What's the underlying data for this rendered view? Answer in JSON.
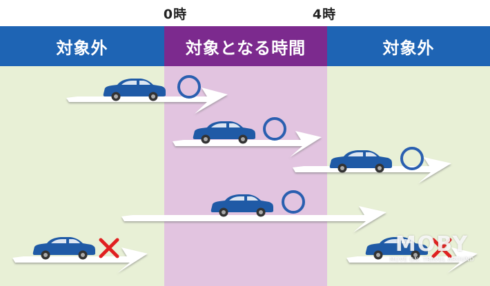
{
  "time_labels": {
    "start": "0時",
    "end": "4時"
  },
  "header": {
    "left": "対象外",
    "middle": "対象となる時間",
    "right": "対象外"
  },
  "colors": {
    "header_blue": "#1e64b4",
    "header_purple": "#7c2a8e",
    "zone_green": "#e8f0d6",
    "zone_pink": "#e2c4e0",
    "car_blue": "#1f5aa6",
    "circle_blue": "#2a5fb0",
    "cross_red": "#e02020"
  },
  "symbols": {
    "eligible": "circle-icon",
    "not_eligible": "cross-icon"
  },
  "watermark": {
    "logo": "MOBY",
    "tagline": "MOVE ON. TRAVEL AROUND"
  }
}
